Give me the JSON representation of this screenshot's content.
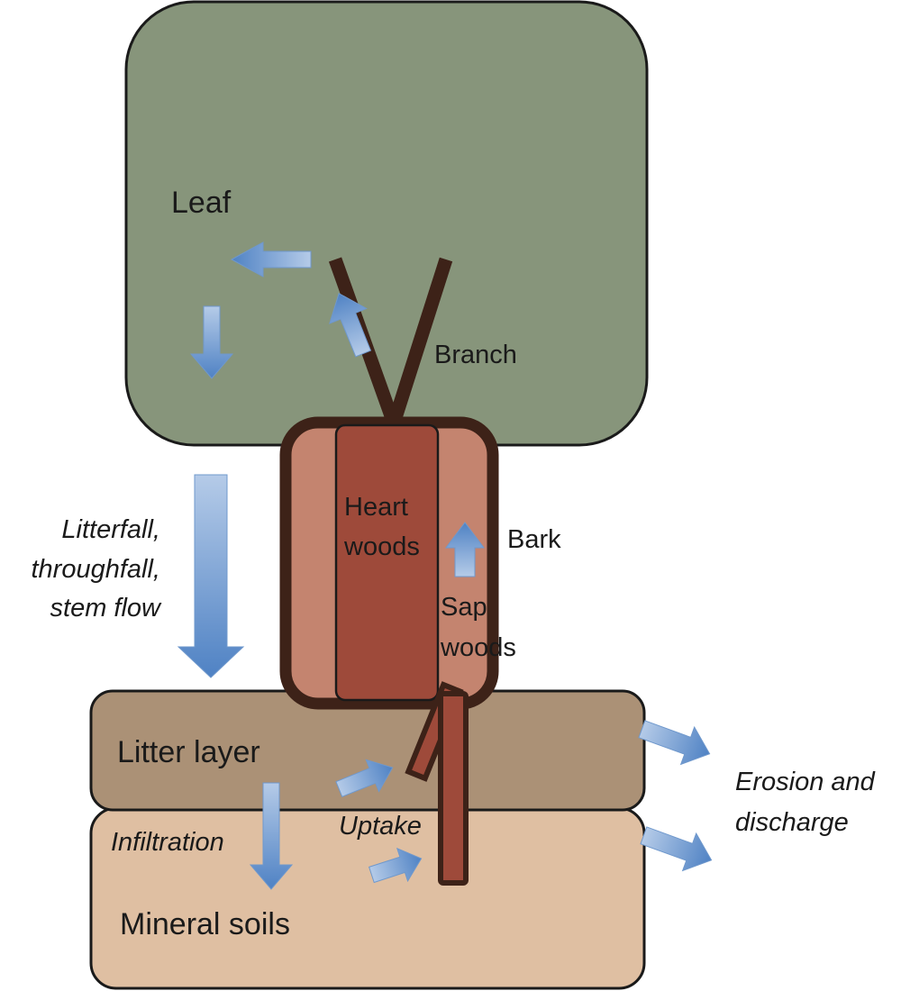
{
  "labels": {
    "leaf": "Leaf",
    "branch": "Branch",
    "heart_woods_line1": "Heart",
    "heart_woods_line2": "woods",
    "bark": "Bark",
    "sap_woods_line1": "Sap",
    "sap_woods_line2": "woods",
    "litterfall_line1": "Litterfall,",
    "litterfall_line2": "throughfall,",
    "litterfall_line3": "stem flow",
    "litter_layer": "Litter layer",
    "infiltration": "Infiltration",
    "uptake": "Uptake",
    "mineral_soils": "Mineral soils",
    "erosion_line1": "Erosion and",
    "erosion_line2": "discharge"
  },
  "colors": {
    "canopy": "#87957b",
    "trunk_outline": "#3d2218",
    "sapwood": "#c4846f",
    "heartwood": "#9e4a3a",
    "litter_layer": "#ab9176",
    "mineral_soils": "#dfbfa2",
    "flow_arrow_light": "#b5cbe8",
    "flow_arrow_dark": "#4f82c4"
  }
}
